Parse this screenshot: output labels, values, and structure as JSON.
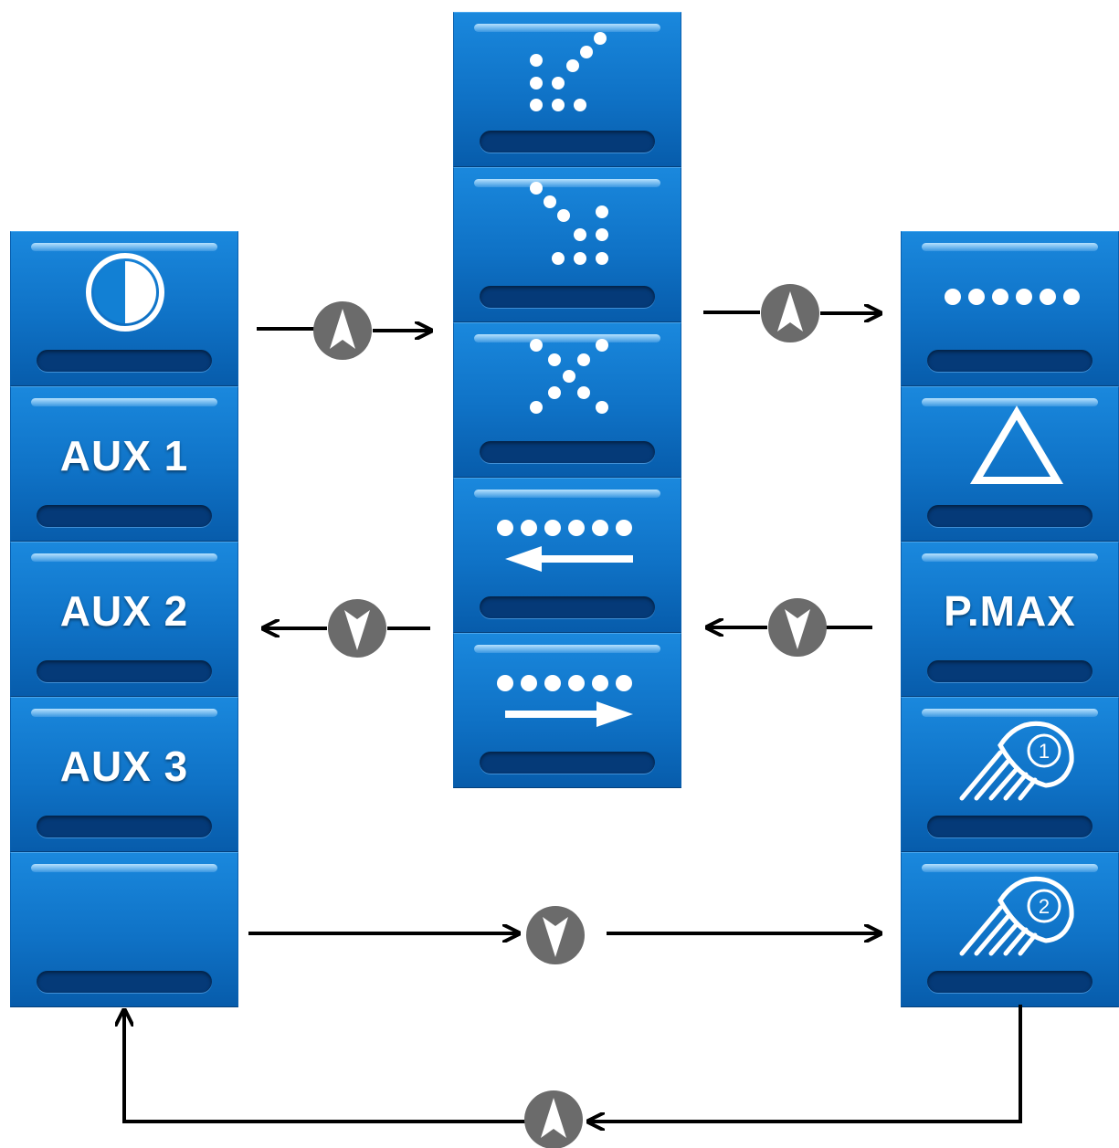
{
  "diagram": {
    "colors": {
      "tile_top": "#1a88dd",
      "tile_bottom": "#075cab",
      "bar": "#053a78",
      "nav_circle": "#6b6b6b",
      "arrow": "#000000"
    },
    "left_column": [
      {
        "icon": "half-circle-icon",
        "label": ""
      },
      {
        "icon": "",
        "label": "AUX 1"
      },
      {
        "icon": "",
        "label": "AUX 2"
      },
      {
        "icon": "",
        "label": "AUX 3"
      },
      {
        "icon": "",
        "label": ""
      }
    ],
    "middle_column": [
      {
        "icon": "dots-diagonal-up-icon",
        "label": ""
      },
      {
        "icon": "dots-diagonal-down-icon",
        "label": ""
      },
      {
        "icon": "dots-x-pattern-icon",
        "label": ""
      },
      {
        "icon": "dots-arrow-left-icon",
        "label": ""
      },
      {
        "icon": "dots-arrow-right-icon",
        "label": ""
      }
    ],
    "right_column": [
      {
        "icon": "dots-row-icon",
        "label": ""
      },
      {
        "icon": "triangle-icon",
        "label": ""
      },
      {
        "icon": "",
        "label": "P.MAX"
      },
      {
        "icon": "work-light-1-icon",
        "label": "",
        "badge": "1"
      },
      {
        "icon": "work-light-2-icon",
        "label": "",
        "badge": "2"
      }
    ],
    "navigation": [
      {
        "from": "left_column",
        "to": "middle_column",
        "button": "up"
      },
      {
        "from": "middle_column",
        "to": "right_column",
        "button": "up"
      },
      {
        "from": "right_column",
        "to": "middle_column",
        "button": "down"
      },
      {
        "from": "middle_column",
        "to": "left_column",
        "button": "down"
      },
      {
        "from": "left_column",
        "to": "right_column",
        "button": "down"
      },
      {
        "from": "right_column",
        "to": "left_column",
        "button": "up"
      }
    ]
  }
}
